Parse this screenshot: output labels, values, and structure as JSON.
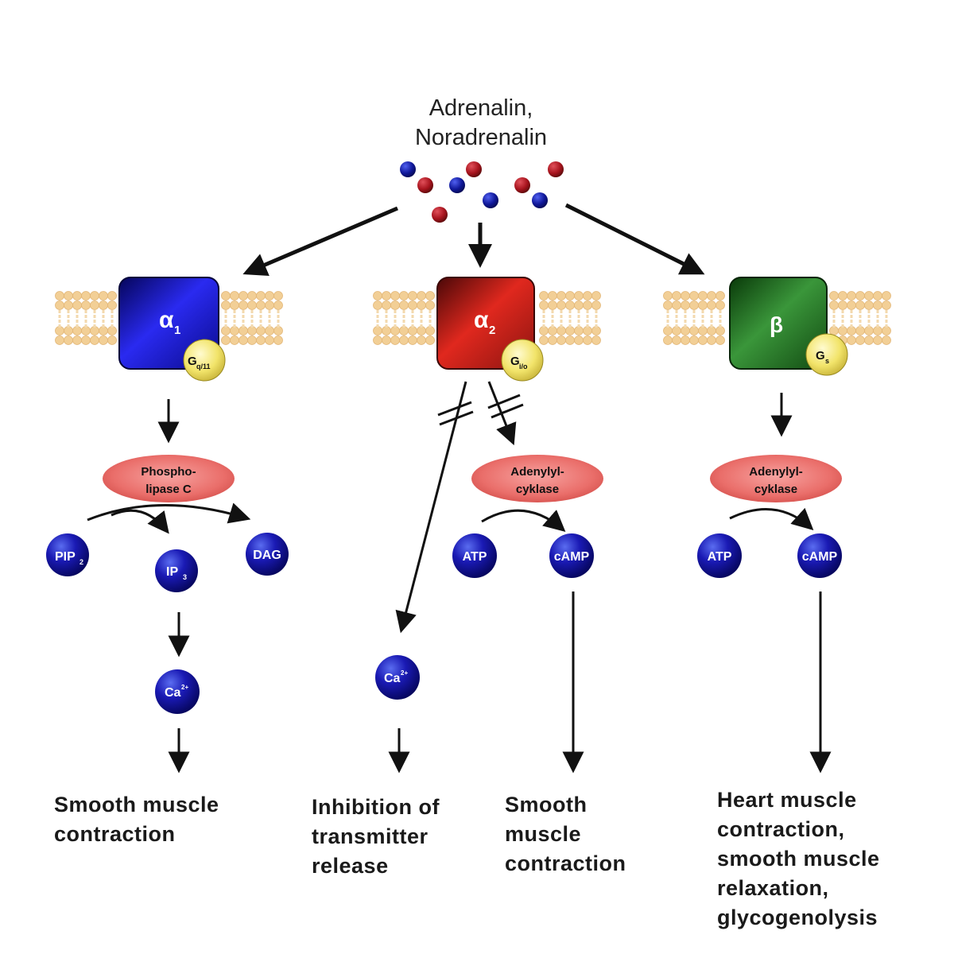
{
  "ligand": {
    "line1": "Adrenalin,",
    "line2": "Noradrenalin"
  },
  "receptors": {
    "alpha1": {
      "symbol": "α",
      "subscript": "1",
      "gprotein": "G",
      "gprotein_sub": "q/11",
      "color": "#1414c8"
    },
    "alpha2": {
      "symbol": "α",
      "subscript": "2",
      "gprotein": "G",
      "gprotein_sub": "i/o",
      "color": "#c81e14"
    },
    "beta": {
      "symbol": "β",
      "subscript": "",
      "gprotein": "G",
      "gprotein_sub": "s",
      "color": "#1e6e1e"
    }
  },
  "enzymes": {
    "plc": {
      "line1": "Phospho-",
      "line2": "lipase C"
    },
    "ac_alpha2": {
      "line1": "Adenylyl-",
      "line2": "cyklase"
    },
    "ac_beta": {
      "line1": "Adenylyl-",
      "line2": "cyklase"
    }
  },
  "molecules": {
    "pip2": {
      "label": "PIP",
      "sub": "2"
    },
    "ip3": {
      "label": "IP",
      "sub": "3"
    },
    "dag": {
      "label": "DAG",
      "sub": ""
    },
    "ca_alpha1": {
      "label": "Ca",
      "sup": "2+"
    },
    "ca_alpha2": {
      "label": "Ca",
      "sup": "2+"
    },
    "atp_alpha2": {
      "label": "ATP",
      "sub": ""
    },
    "camp_alpha2": {
      "label": "cAMP",
      "sub": ""
    },
    "atp_beta": {
      "label": "ATP",
      "sub": ""
    },
    "camp_beta": {
      "label": "cAMP",
      "sub": ""
    }
  },
  "outcomes": {
    "alpha1": [
      "Smooth muscle",
      "contraction"
    ],
    "alpha2_inhibition": [
      "Inhibition of",
      "transmitter",
      "release"
    ],
    "alpha2_smooth": [
      "Smooth",
      "muscle",
      "contraction"
    ],
    "beta": [
      "Heart muscle",
      "contraction,",
      "smooth muscle",
      "relaxation,",
      "glycogenolysis"
    ]
  },
  "colors": {
    "molecule_blue": "#0a0a8c",
    "ligand_red": "#b4141e",
    "ligand_blue": "#0a14a0",
    "enzyme_pink": "#e8706e",
    "gprotein_yellow": "#f0e66e",
    "membrane_tan": "#f2cf96"
  }
}
